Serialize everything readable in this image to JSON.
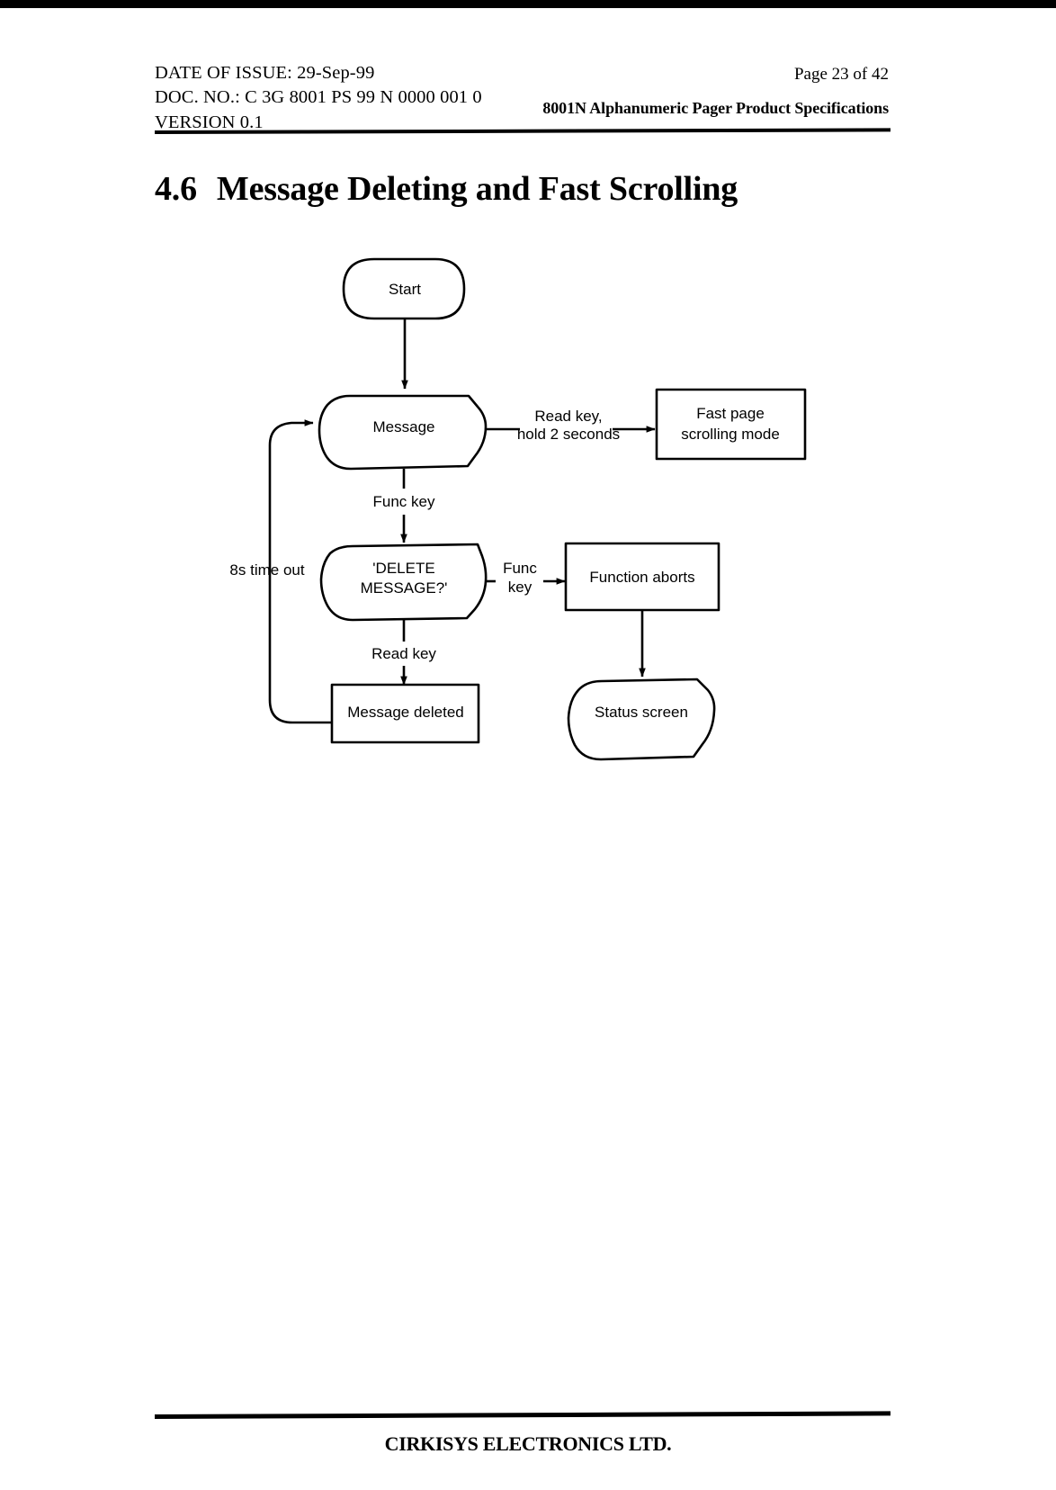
{
  "header": {
    "date_line": "DATE OF ISSUE: 29-Sep-99",
    "doc_no_line": "DOC. NO.: C 3G 8001 PS 99 N 0000 001 0",
    "version_line": "VERSION 0.1",
    "page_indicator": "Page 23 of 42",
    "document_title": "8001N Alphanumeric Pager Product Specifications"
  },
  "section": {
    "number": "4.6",
    "title": "Message Deleting and Fast Scrolling"
  },
  "flowchart": {
    "nodes": {
      "start": "Start",
      "message": "Message",
      "fast_page_scrolling_line1": "Fast page",
      "fast_page_scrolling_line2": "scrolling mode",
      "delete_message_line1": "'DELETE",
      "delete_message_line2": "MESSAGE?'",
      "function_aborts": "Function aborts",
      "message_deleted": "Message deleted",
      "status_screen": "Status screen"
    },
    "edge_labels": {
      "read_key_hold_line1": "Read key,",
      "read_key_hold_line2": "hold 2 seconds",
      "func_key_vertical": "Func key",
      "func_key_branch_line1": "Func",
      "func_key_branch_line2": "key",
      "read_key": "Read key",
      "timeout": "8s time out"
    }
  },
  "footer": {
    "company": "CIRKISYS ELECTRONICS LTD."
  },
  "colors": {
    "ink": "#000000",
    "paper": "#ffffff"
  }
}
